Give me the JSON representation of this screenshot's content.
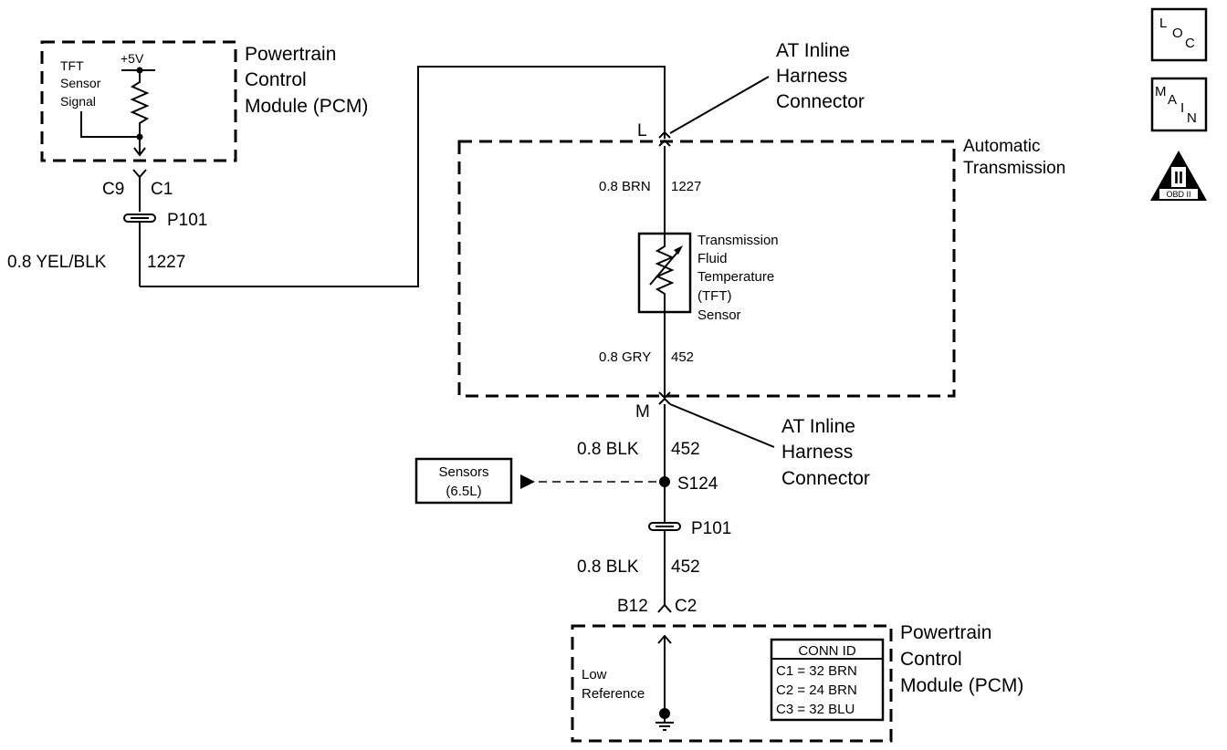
{
  "pcm_top": {
    "title_lines": [
      "Powertrain",
      "Control",
      "Module (PCM)"
    ],
    "signal_lines": [
      "TFT",
      "Sensor",
      "Signal"
    ],
    "voltage": "+5V"
  },
  "connector_top": {
    "left_pin": "C9",
    "right_pin": "C1"
  },
  "splice_pack_top": {
    "label": "P101"
  },
  "wire_top": {
    "gauge_color": "0.8 YEL/BLK",
    "circuit": "1227"
  },
  "inline_connector_top": {
    "pin": "L",
    "title_lines": [
      "AT Inline",
      "Harness",
      "Connector"
    ]
  },
  "transmission": {
    "title_lines": [
      "Automatic",
      "Transmission"
    ],
    "wire_upper": {
      "gauge_color": "0.8 BRN",
      "circuit": "1227"
    },
    "wire_lower": {
      "gauge_color": "0.8 GRY",
      "circuit": "452"
    },
    "sensor_lines": [
      "Transmission",
      "Fluid",
      "Temperature",
      "(TFT)",
      "Sensor"
    ]
  },
  "inline_connector_bottom": {
    "pin": "M",
    "title_lines": [
      "AT Inline",
      "Harness",
      "Connector"
    ]
  },
  "wire_mid": {
    "gauge_color": "0.8 BLK",
    "circuit": "452"
  },
  "splice": {
    "label": "S124"
  },
  "sensors_ref": {
    "lines": [
      "Sensors",
      "(6.5L)"
    ]
  },
  "splice_pack_bottom": {
    "label": "P101"
  },
  "wire_bottom": {
    "gauge_color": "0.8 BLK",
    "circuit": "452"
  },
  "connector_bottom": {
    "left_pin": "B12",
    "right_pin": "C2"
  },
  "pcm_bottom": {
    "title_lines": [
      "Powertrain",
      "Control",
      "Module (PCM)"
    ],
    "ref_lines": [
      "Low",
      "Reference"
    ],
    "conn_id": {
      "header": "CONN ID",
      "rows": [
        "C1 = 32 BRN",
        "C2 = 24 BRN",
        "C3 = 32 BLU"
      ]
    }
  },
  "side_icons": {
    "loc": [
      "L",
      "O",
      "C"
    ],
    "main": [
      "M",
      "A",
      "I",
      "N"
    ],
    "obd": {
      "numeral": "II",
      "label": "OBD II"
    }
  }
}
